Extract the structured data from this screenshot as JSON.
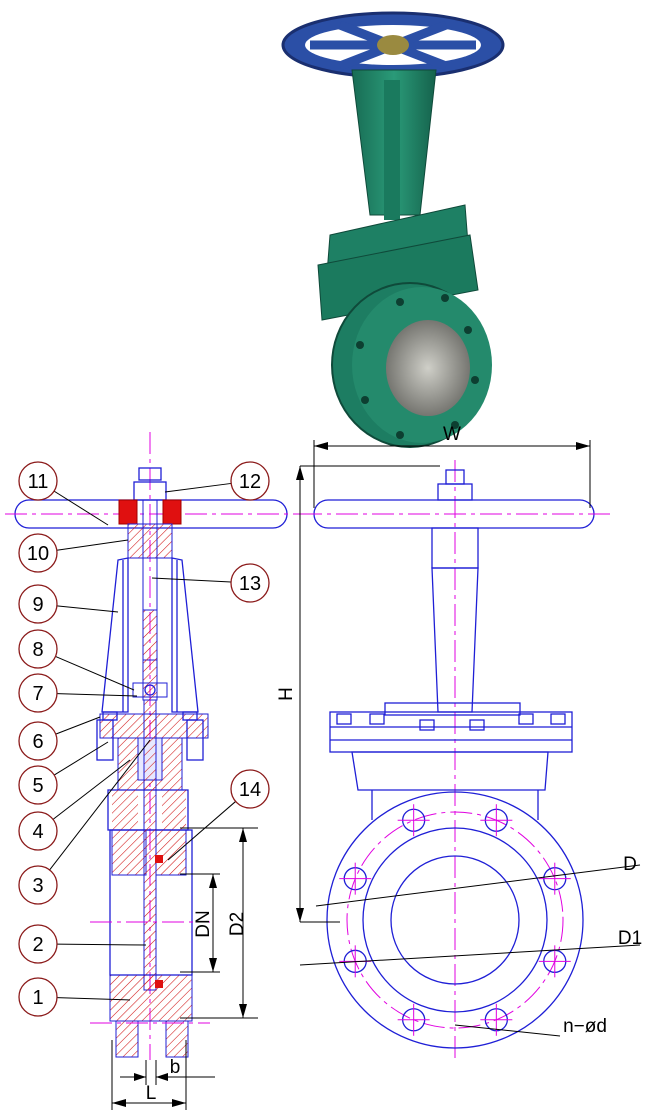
{
  "callouts": [
    "1",
    "2",
    "3",
    "4",
    "5",
    "6",
    "7",
    "8",
    "9",
    "10",
    "11",
    "12",
    "13",
    "14"
  ],
  "dimensions": {
    "W": "W",
    "H": "H",
    "L": "L",
    "b": "b",
    "DN": "DN",
    "D2": "D2",
    "D": "D",
    "D1": "D1",
    "bolts": "n−ød"
  },
  "colors": {
    "outline": "#1f1fd6",
    "hatch": "#d01010",
    "centerline": "#e000e0",
    "packing": "#e01010",
    "valve_body_photo": "#1f8a6a",
    "handwheel_photo": "#2a4fa8"
  }
}
